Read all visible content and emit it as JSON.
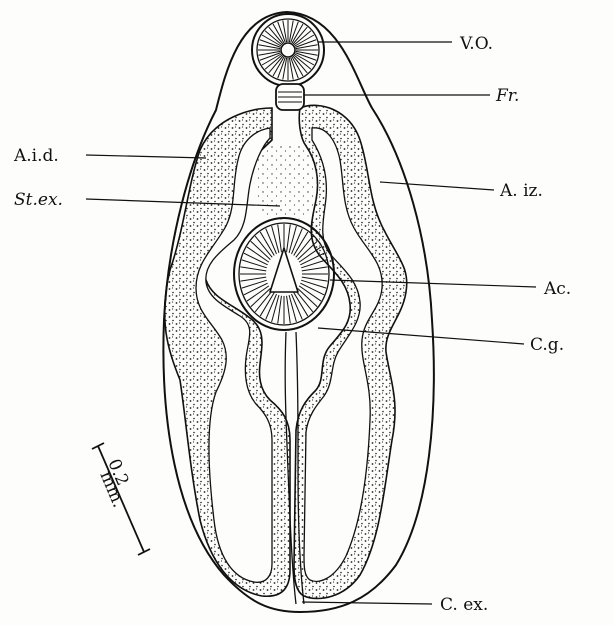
{
  "labels": {
    "vo": "V.O.",
    "fr": "Fr.",
    "aid": "A.i.d.",
    "stex": "St.ex.",
    "aiz": "A. iz.",
    "ac": "Ac.",
    "cg": "C.g.",
    "cex": "C. ex."
  },
  "scale": {
    "value": "0.2",
    "unit": "mm."
  },
  "colors": {
    "ink": "#111111",
    "paper": "#fdfdfb"
  },
  "stipple": {
    "seed": 17
  }
}
